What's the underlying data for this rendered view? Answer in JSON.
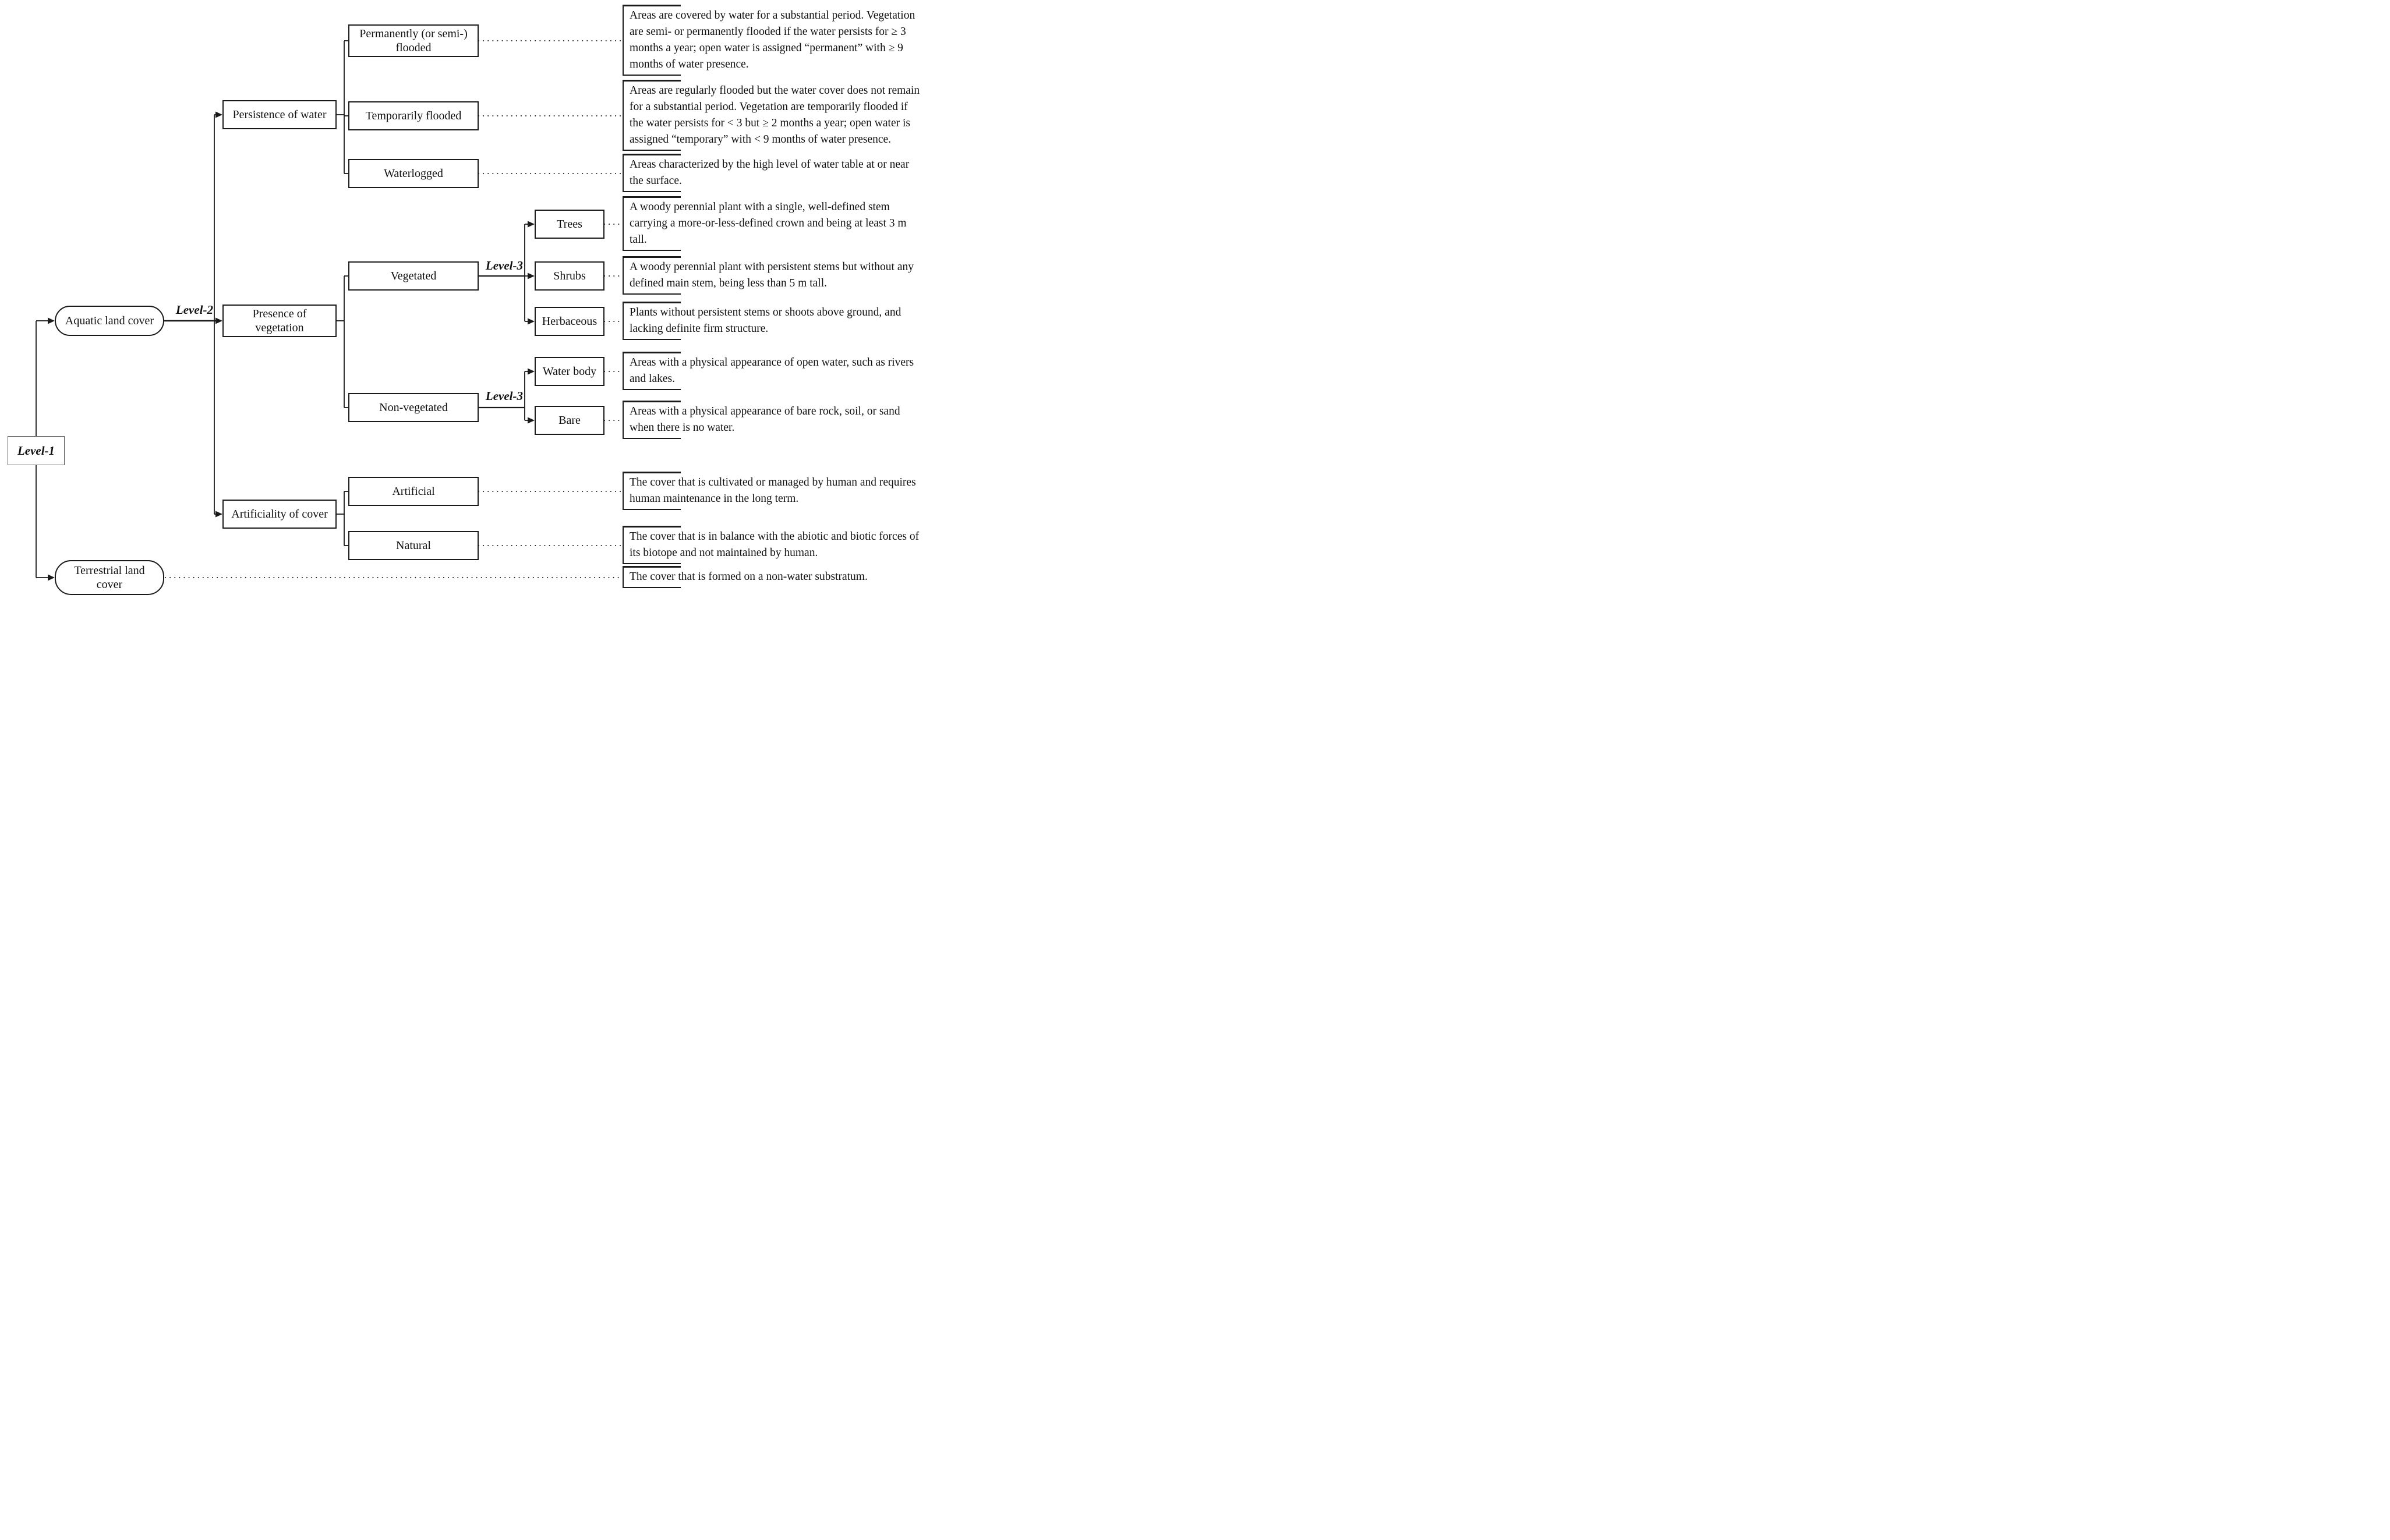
{
  "diagram": {
    "title_semantics": "Hierarchical land cover classification scheme",
    "level_labels": {
      "level1": "Level-1",
      "level2": "Level-2",
      "level3_vegetated": "Level-3",
      "level3_nonvegetated": "Level-3"
    },
    "roots": {
      "aquatic": {
        "label": "Aquatic land cover"
      },
      "terrestrial": {
        "label": "Terrestrial land\ncover"
      }
    },
    "criteria": {
      "persistence": {
        "label": "Persistence of water"
      },
      "presence": {
        "label": "Presence of\nvegetation"
      },
      "artificiality": {
        "label": "Artificiality of cover"
      }
    },
    "classes": {
      "permanently": {
        "label": "Permanently (or semi-)\nflooded"
      },
      "temporarily": {
        "label": "Temporarily flooded"
      },
      "waterlogged": {
        "label": "Waterlogged"
      },
      "vegetated": {
        "label": "Vegetated"
      },
      "nonvegetated": {
        "label": "Non-vegetated"
      },
      "trees": {
        "label": "Trees"
      },
      "shrubs": {
        "label": "Shrubs"
      },
      "herbaceous": {
        "label": "Herbaceous"
      },
      "waterbody": {
        "label": "Water body"
      },
      "bare": {
        "label": "Bare"
      },
      "artificial": {
        "label": "Artificial"
      },
      "natural": {
        "label": "Natural"
      }
    },
    "descriptions": {
      "permanently": "Areas are covered by water for a substantial period. Vegetation\nare semi- or permanently flooded if the water persists for ≥ 3\nmonths a year; open water is assigned “permanent” with ≥ 9\nmonths of water presence.",
      "temporarily": "Areas are regularly flooded but the water cover does not remain\nfor a substantial period. Vegetation are temporarily flooded if\nthe water persists for < 3 but ≥ 2 months a year; open water is\nassigned “temporary” with < 9 months of water presence.",
      "waterlogged": "Areas characterized by the high level of water table at or near\nthe surface.",
      "trees": "A woody perennial plant with a single, well-defined stem\ncarrying a more-or-less-defined crown and being at least 3 m\ntall.",
      "shrubs": "A woody perennial plant with persistent stems but without any\ndefined main stem, being less than 5 m tall.",
      "herbaceous": "Plants without persistent stems or shoots above ground, and\nlacking definite firm structure.",
      "waterbody": "Areas with a physical appearance of open water, such as rivers\nand lakes.",
      "bare": "Areas with a physical appearance of bare rock, soil, or sand\nwhen there is no water.",
      "artificial": "The cover that is cultivated or managed by human and requires\nhuman maintenance in the long term.",
      "natural": "The cover that is in balance with the abiotic and biotic forces of\nits biotope and not maintained by human.",
      "terrestrial": "The cover that is formed on a non-water substratum."
    },
    "colors": {
      "line": "#1a1a1a",
      "background": "#ffffff",
      "text": "#111111"
    }
  }
}
